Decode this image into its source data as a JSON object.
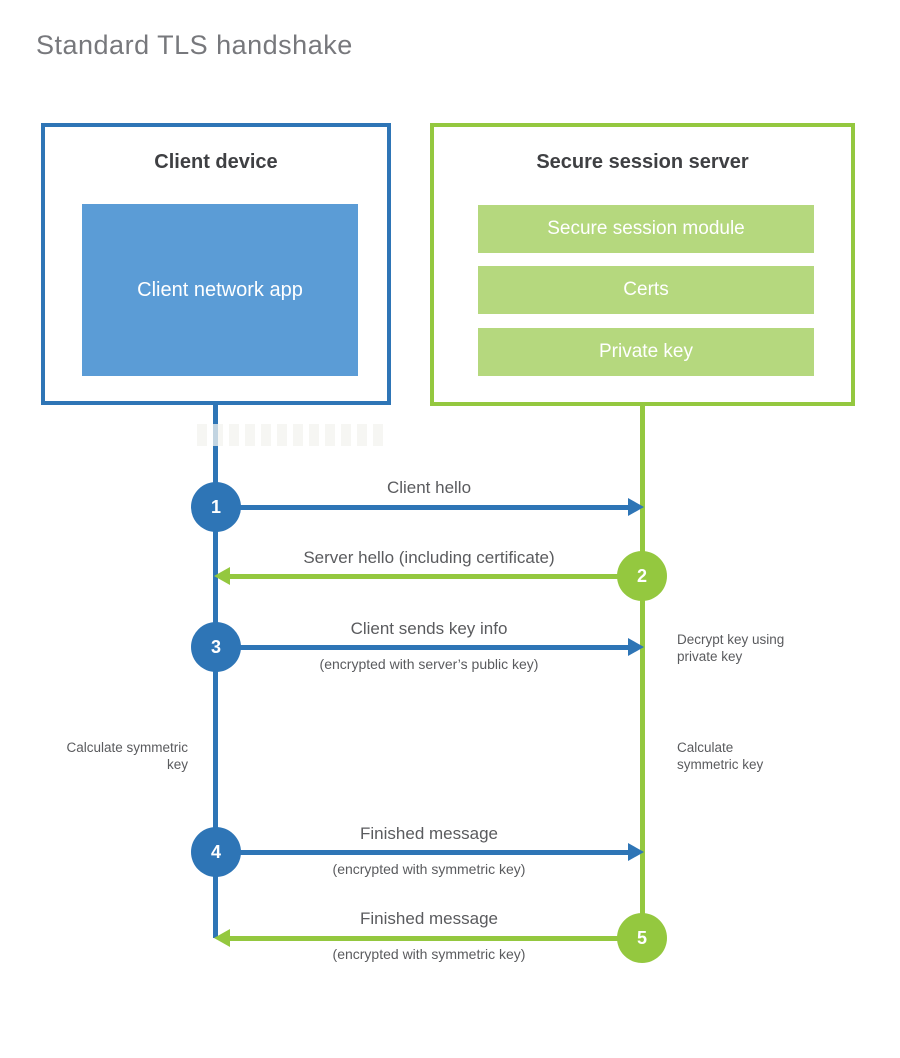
{
  "title": "Standard TLS handshake",
  "colors": {
    "client_blue": "#2e75b6",
    "client_fill": "#5b9cd6",
    "server_green": "#94c83f",
    "server_fill": "#b5d87e",
    "heading_dark": "#3f4043",
    "label_gray": "#5a5b5e",
    "title_gray": "#77787c"
  },
  "client_box": {
    "heading": "Client device",
    "app_label": "Client network app"
  },
  "server_box": {
    "heading": "Secure session server",
    "modules": [
      "Secure session module",
      "Certs",
      "Private key"
    ]
  },
  "steps": [
    {
      "number": "1",
      "label": "Client hello",
      "sublabel": "",
      "direction": "right",
      "from": "client",
      "to": "server"
    },
    {
      "number": "2",
      "label": "Server hello (including certificate)",
      "sublabel": "",
      "direction": "left",
      "from": "server",
      "to": "client"
    },
    {
      "number": "3",
      "label": "Client sends key info",
      "sublabel": "(encrypted with server’s public key)",
      "direction": "right",
      "from": "client",
      "to": "server"
    },
    {
      "number": "4",
      "label": "Finished message",
      "sublabel": "(encrypted with symmetric key)",
      "direction": "right",
      "from": "client",
      "to": "server"
    },
    {
      "number": "5",
      "label": "Finished message",
      "sublabel": "(encrypted with symmetric key)",
      "direction": "left",
      "from": "server",
      "to": "client"
    }
  ],
  "annotations": {
    "decrypt_note": "Decrypt key using private key",
    "calculate_left": "Calculate symmetric key",
    "calculate_right": "Calculate symmetric key"
  }
}
